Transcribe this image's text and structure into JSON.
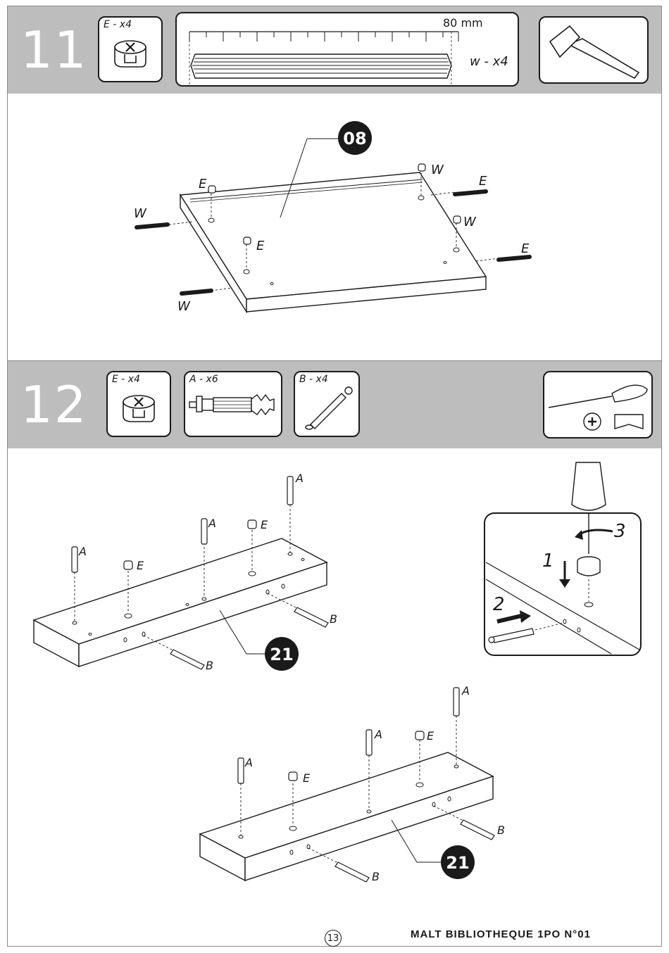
{
  "step11": {
    "number": "11",
    "part_e_label": "E - x4",
    "ruler_label": "80 mm",
    "dowel_label": "w - x4",
    "tool_icon": "hammer-icon",
    "panel_ref": "08",
    "labels": [
      "E",
      "W",
      "W",
      "E",
      "W",
      "E",
      "W",
      "E"
    ]
  },
  "step12": {
    "number": "12",
    "part_e_label": "E - x4",
    "part_a_label": "A - x6",
    "part_b_label": "B - x4",
    "tool_icons": [
      "screwdriver-icon",
      "phillips-icon",
      "flat-blade-icon"
    ],
    "panel_ref": "21",
    "detail_steps": [
      "1",
      "2",
      "3"
    ],
    "label_a": "A",
    "label_b": "B",
    "label_e": "E"
  },
  "footer": {
    "page_number": "13",
    "title": "MALT  BIBLIOTHEQUE  1PO  N°01"
  }
}
